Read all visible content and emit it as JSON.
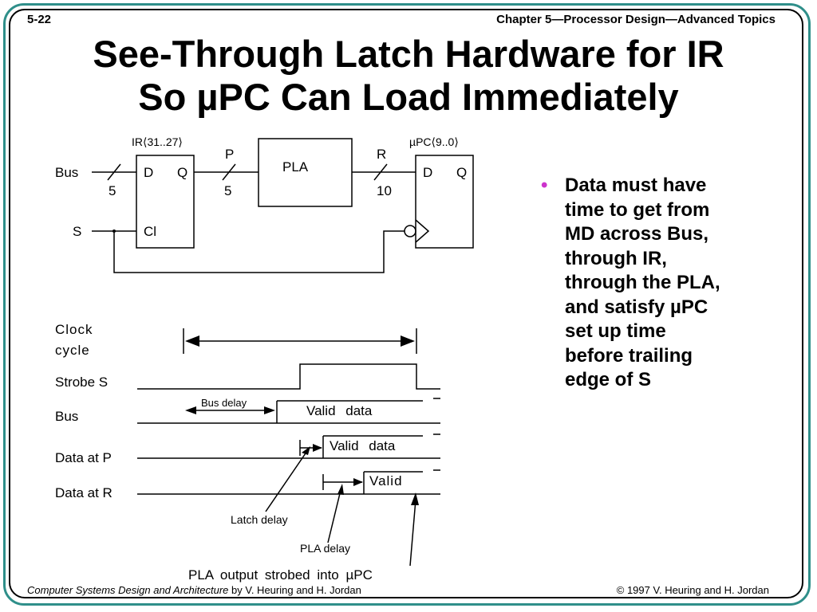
{
  "slide": {
    "page_number": "5-22",
    "chapter": "Chapter 5—Processor Design—Advanced Topics",
    "title_line1": "See-Through Latch Hardware for IR",
    "title_line2": "So µPC Can Load Immediately"
  },
  "circuit": {
    "ir_label": "IR⟨31..27⟩",
    "upc_label": "µPC⟨9..0⟩",
    "bus_label": "Bus",
    "s_label": "S",
    "d_label": "D",
    "q_label": "Q",
    "cl_label": "Cl",
    "pla_label": "PLA",
    "p_label": "P",
    "r_label": "R",
    "bus_width": "5",
    "p_width": "5",
    "r_width": "10"
  },
  "timing": {
    "clock_label_1": "Clock",
    "clock_label_2": "cycle",
    "strobe_label": "Strobe S",
    "bus_label": "Bus",
    "data_p_label": "Data at P",
    "data_r_label": "Data at R",
    "bus_delay": "Bus delay",
    "valid_data_bus": "Valid data",
    "valid_data_p": "Valid data",
    "valid_r": "Valid",
    "latch_delay": "Latch delay",
    "pla_delay": "PLA delay",
    "pla_output": "PLA output strobed into µPC"
  },
  "bullet": {
    "text": "Data must have\ntime to get from\nMD across Bus,\nthrough IR,\nthrough the PLA,\nand satisfy µPC\nset up time\nbefore trailing\nedge of S"
  },
  "footer": {
    "book_title": "Computer Systems Design and Architecture",
    "authors": " by V. Heuring and H. Jordan",
    "copyright": "© 1997 V. Heuring and H. Jordan"
  },
  "colors": {
    "frame_teal": "#2f8f8a",
    "bullet_magenta": "#cc33cc"
  }
}
